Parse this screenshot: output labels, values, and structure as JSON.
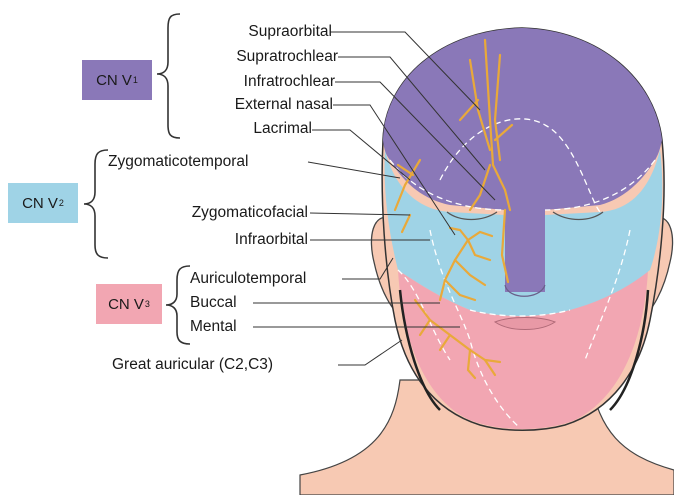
{
  "colors": {
    "v1": "#8a78b8",
    "v2": "#9fd3e6",
    "v3": "#f2a6b2",
    "skin": "#f7c9b3",
    "nerve": "#e9a93a",
    "outline": "#333333"
  },
  "groups": {
    "v1": {
      "prefix": "CN V",
      "sub": "1",
      "nerves": [
        "Supraorbital",
        "Supratrochlear",
        "Infratrochlear",
        "External nasal",
        "Lacrimal"
      ]
    },
    "v2": {
      "prefix": "CN V",
      "sub": "2",
      "nerves": [
        "Zygomaticotemporal",
        "Zygomaticofacial",
        "Infraorbital"
      ]
    },
    "v3": {
      "prefix": "CN V",
      "sub": "3",
      "nerves": [
        "Auriculotemporal",
        "Buccal",
        "Mental"
      ]
    }
  },
  "other": {
    "great_auricular": "Great auricular (C2,C3)"
  },
  "icons": [
    "curly-brace-v1",
    "curly-brace-v2",
    "curly-brace-v3",
    "face-illustration",
    "nerve-branches"
  ]
}
